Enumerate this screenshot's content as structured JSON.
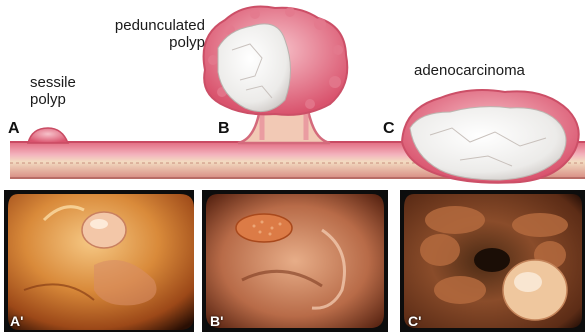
{
  "diagram": {
    "labels": {
      "sessile": [
        "sessile",
        "polyp"
      ],
      "pedunculated": [
        "pedunculated",
        "polyp"
      ],
      "adenocarcinoma": "adenocarcinoma"
    },
    "letters": {
      "a": "A",
      "b": "B",
      "c": "C"
    }
  },
  "photos": [
    {
      "label": "A'"
    },
    {
      "label": "B'"
    },
    {
      "label": "C'"
    }
  ],
  "colors": {
    "mucosa": "#e26b81",
    "mucosa_light": "#f1b0ba",
    "submucosa": "#f3d9bd",
    "muscle": "#d2837a",
    "tumor": "#f4f1ef",
    "photo_bg": "#0d0d0d"
  }
}
